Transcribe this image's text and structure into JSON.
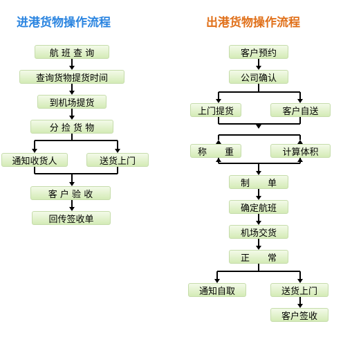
{
  "colors": {
    "left_title": "#2a84e0",
    "right_title": "#e0701a",
    "box_border": "#c5dcaa",
    "line": "#000000"
  },
  "left": {
    "title": "进港货物操作流程",
    "steps": [
      "航 班 查 询",
      "查询货物提货时间",
      "到机场提货",
      "分 捡 货 物"
    ],
    "branch": [
      "通知收货人",
      "送货上门"
    ],
    "after": [
      "客 户 验 收",
      "回传签收单"
    ]
  },
  "right": {
    "title": "出港货物操作流程",
    "steps": [
      "客户预约",
      "公司确认"
    ],
    "branch1": [
      "上门提货",
      "客户自送"
    ],
    "branch2": [
      "称　　重",
      "计算体积"
    ],
    "after": [
      "制　　单",
      "确定航班",
      "机场交货",
      "正　　常"
    ],
    "end": [
      "通知自取",
      "送货上门",
      "客户签收"
    ]
  }
}
